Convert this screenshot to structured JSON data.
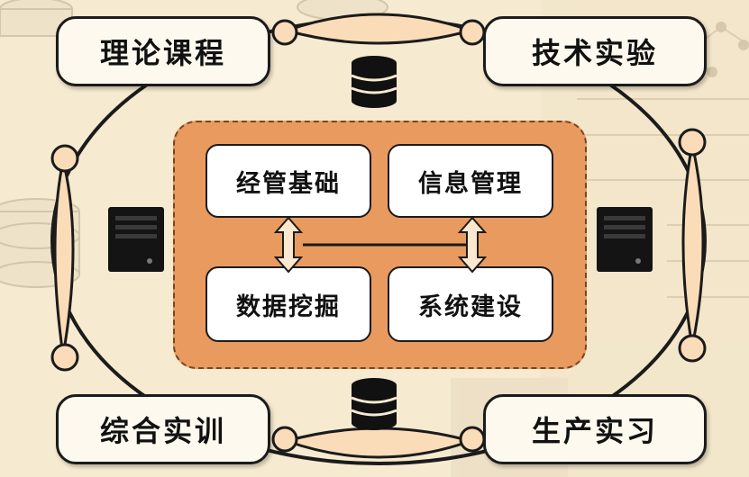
{
  "diagram": {
    "corners": {
      "top_left": "理论课程",
      "top_right": "技术实验",
      "bottom_left": "综合实训",
      "bottom_right": "生产实习"
    },
    "core": {
      "box1": "经管基础",
      "box2": "信息管理",
      "box3": "数据挖掘",
      "box4": "系统建设"
    },
    "colors": {
      "background": "#f6ead0",
      "core_fill": "#e99a5f",
      "box_fill": "#fdf9ee",
      "connector_fill": "#fbdcb8",
      "outline": "#1b1b1b"
    },
    "icons": [
      "database-icon",
      "server-icon"
    ]
  }
}
